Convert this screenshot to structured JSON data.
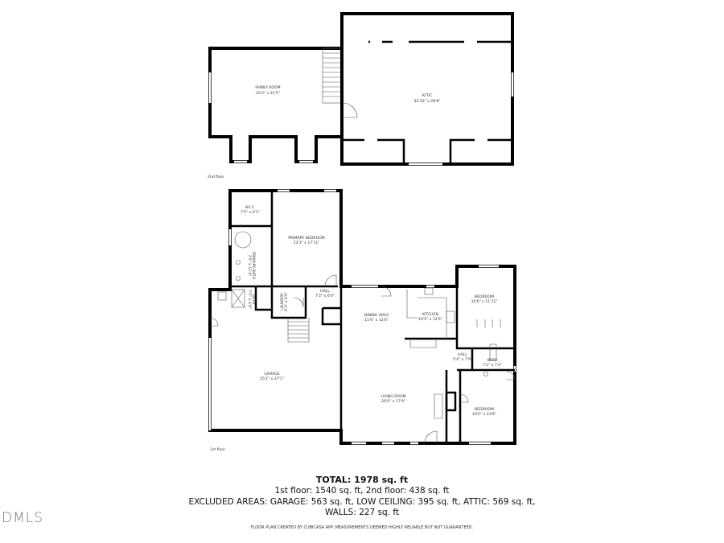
{
  "second_floor": {
    "label": "2nd floor",
    "rooms": [
      {
        "name": "FAMILY ROOM",
        "dims": "25'2\" x 21'5\""
      },
      {
        "name": "ATTIC",
        "dims": "32'10\" x 28'8\""
      }
    ]
  },
  "first_floor": {
    "label": "1st floor",
    "rooms": [
      {
        "name": "W.I.C.",
        "dims": "7'5\" x 6'1\""
      },
      {
        "name": "PRIMARY BEDROOM",
        "dims": "13'3\" x 17'11\""
      },
      {
        "name": "PRIMARY BATH",
        "dims": "7'5\" x 11'6\""
      },
      {
        "name": "BATH",
        "dims": "7'5\" x 6'0\""
      },
      {
        "name": "LAUNDRY",
        "dims": "6'3\" x 6'0\""
      },
      {
        "name": "HALL",
        "dims": "7'2\" x 6'0\""
      },
      {
        "name": "DINING AREA",
        "dims": "11'6\" x 12'6\""
      },
      {
        "name": "KITCHEN",
        "dims": "10'5\" x 12'6\""
      },
      {
        "name": "BEDROOM",
        "dims": "10'6\" x 11'11\""
      },
      {
        "name": "HALL",
        "dims": "5'4\" x 7'9\""
      },
      {
        "name": "BATH",
        "dims": "7'2\" x 7'2\""
      },
      {
        "name": "GARAGE",
        "dims": "25'1\" x 27'1\""
      },
      {
        "name": "LIVING ROOM",
        "dims": "20'0\" x 17'9\""
      },
      {
        "name": "BEDROOM",
        "dims": "10'5\" x 13'8\""
      }
    ]
  },
  "summary": {
    "total": "TOTAL: 1978 sq. ft",
    "floors": "1st floor: 1540 sq. ft, 2nd floor: 438 sq. ft",
    "excluded": "EXCLUDED AREAS: GARAGE: 563 sq. ft, LOW CEILING: 395 sq. ft, ATTIC: 569 sq. ft,",
    "walls": "WALLS: 227 sq. ft",
    "disclaimer": "FLOOR PLAN CREATED BY CUBICASA APP. MEASUREMENTS DEEMED HIGHLY RELIABLE BUT NOT GUARANTEED."
  },
  "logo": "DMLS"
}
